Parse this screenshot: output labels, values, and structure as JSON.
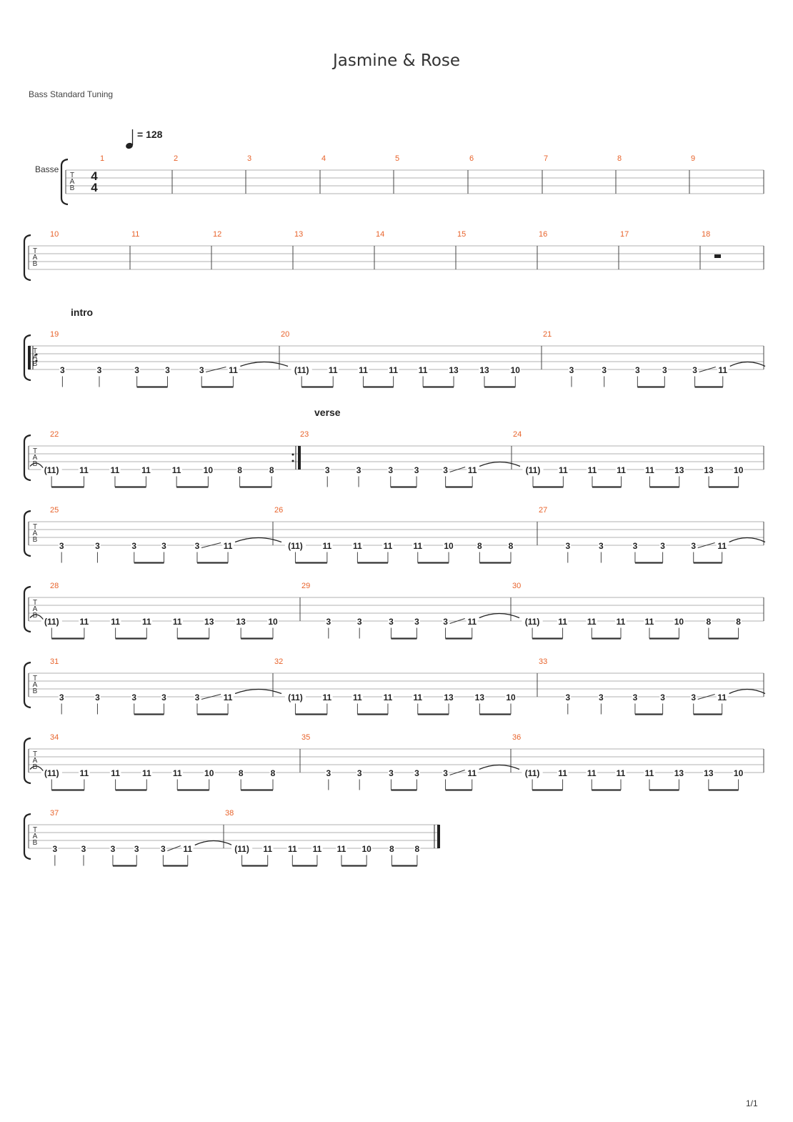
{
  "document": {
    "title": "Jasmine & Rose",
    "tuning": "Bass Standard Tuning",
    "tempo_value": "= 128",
    "instrument": "Basse",
    "time_signature": [
      "4",
      "4"
    ],
    "tab_letters": [
      "T",
      "A",
      "B"
    ],
    "page_number": "1/1"
  },
  "sections": [
    {
      "label": "intro",
      "at_measure": 19
    },
    {
      "label": "verse",
      "at_measure": 23
    }
  ],
  "systems": [
    {
      "measures": [
        {
          "n": 1,
          "notes": []
        },
        {
          "n": 2,
          "notes": []
        },
        {
          "n": 3,
          "notes": []
        },
        {
          "n": 4,
          "notes": []
        },
        {
          "n": 5,
          "notes": []
        },
        {
          "n": 6,
          "notes": []
        },
        {
          "n": 7,
          "notes": []
        },
        {
          "n": 8,
          "notes": []
        },
        {
          "n": 9,
          "notes": []
        }
      ]
    },
    {
      "measures": [
        {
          "n": 10,
          "notes": []
        },
        {
          "n": 11,
          "notes": []
        },
        {
          "n": 12,
          "notes": []
        },
        {
          "n": 13,
          "notes": []
        },
        {
          "n": 14,
          "notes": []
        },
        {
          "n": 15,
          "notes": []
        },
        {
          "n": 16,
          "notes": []
        },
        {
          "n": 17,
          "notes": []
        },
        {
          "n": 18,
          "notes": [],
          "rest": true
        }
      ]
    },
    {
      "repeat_start": true,
      "measures": [
        {
          "n": 19,
          "pattern": "A"
        },
        {
          "n": 20,
          "pattern": "B"
        },
        {
          "n": 21,
          "pattern": "A"
        }
      ]
    },
    {
      "measures": [
        {
          "n": 22,
          "pattern": "C",
          "repeat_end": true
        },
        {
          "n": 23,
          "pattern": "A"
        },
        {
          "n": 24,
          "pattern": "B"
        }
      ]
    },
    {
      "measures": [
        {
          "n": 25,
          "pattern": "A"
        },
        {
          "n": 26,
          "pattern": "C"
        },
        {
          "n": 27,
          "pattern": "A"
        }
      ]
    },
    {
      "measures": [
        {
          "n": 28,
          "pattern": "B"
        },
        {
          "n": 29,
          "pattern": "A"
        },
        {
          "n": 30,
          "pattern": "C"
        }
      ]
    },
    {
      "measures": [
        {
          "n": 31,
          "pattern": "A"
        },
        {
          "n": 32,
          "pattern": "B"
        },
        {
          "n": 33,
          "pattern": "A"
        }
      ]
    },
    {
      "measures": [
        {
          "n": 34,
          "pattern": "C"
        },
        {
          "n": 35,
          "pattern": "A"
        },
        {
          "n": 36,
          "pattern": "B"
        }
      ]
    },
    {
      "final": true,
      "measures": [
        {
          "n": 37,
          "pattern": "A"
        },
        {
          "n": 38,
          "pattern": "C"
        }
      ]
    }
  ],
  "patterns": {
    "A": {
      "frets": [
        "3",
        "3",
        "3",
        "3",
        "3",
        "11"
      ],
      "slide_into_last": true,
      "tie_out": true
    },
    "B": {
      "frets": [
        "(11)",
        "11",
        "11",
        "11",
        "11",
        "13",
        "13",
        "10"
      ],
      "tie_in": true
    },
    "C": {
      "frets": [
        "(11)",
        "11",
        "11",
        "11",
        "11",
        "10",
        "8",
        "8"
      ],
      "tie_in": true
    }
  },
  "colors": {
    "measure_number": "#e8632b",
    "staff_line": "#b0b0b0",
    "barline": "#444444",
    "text": "#222222"
  }
}
